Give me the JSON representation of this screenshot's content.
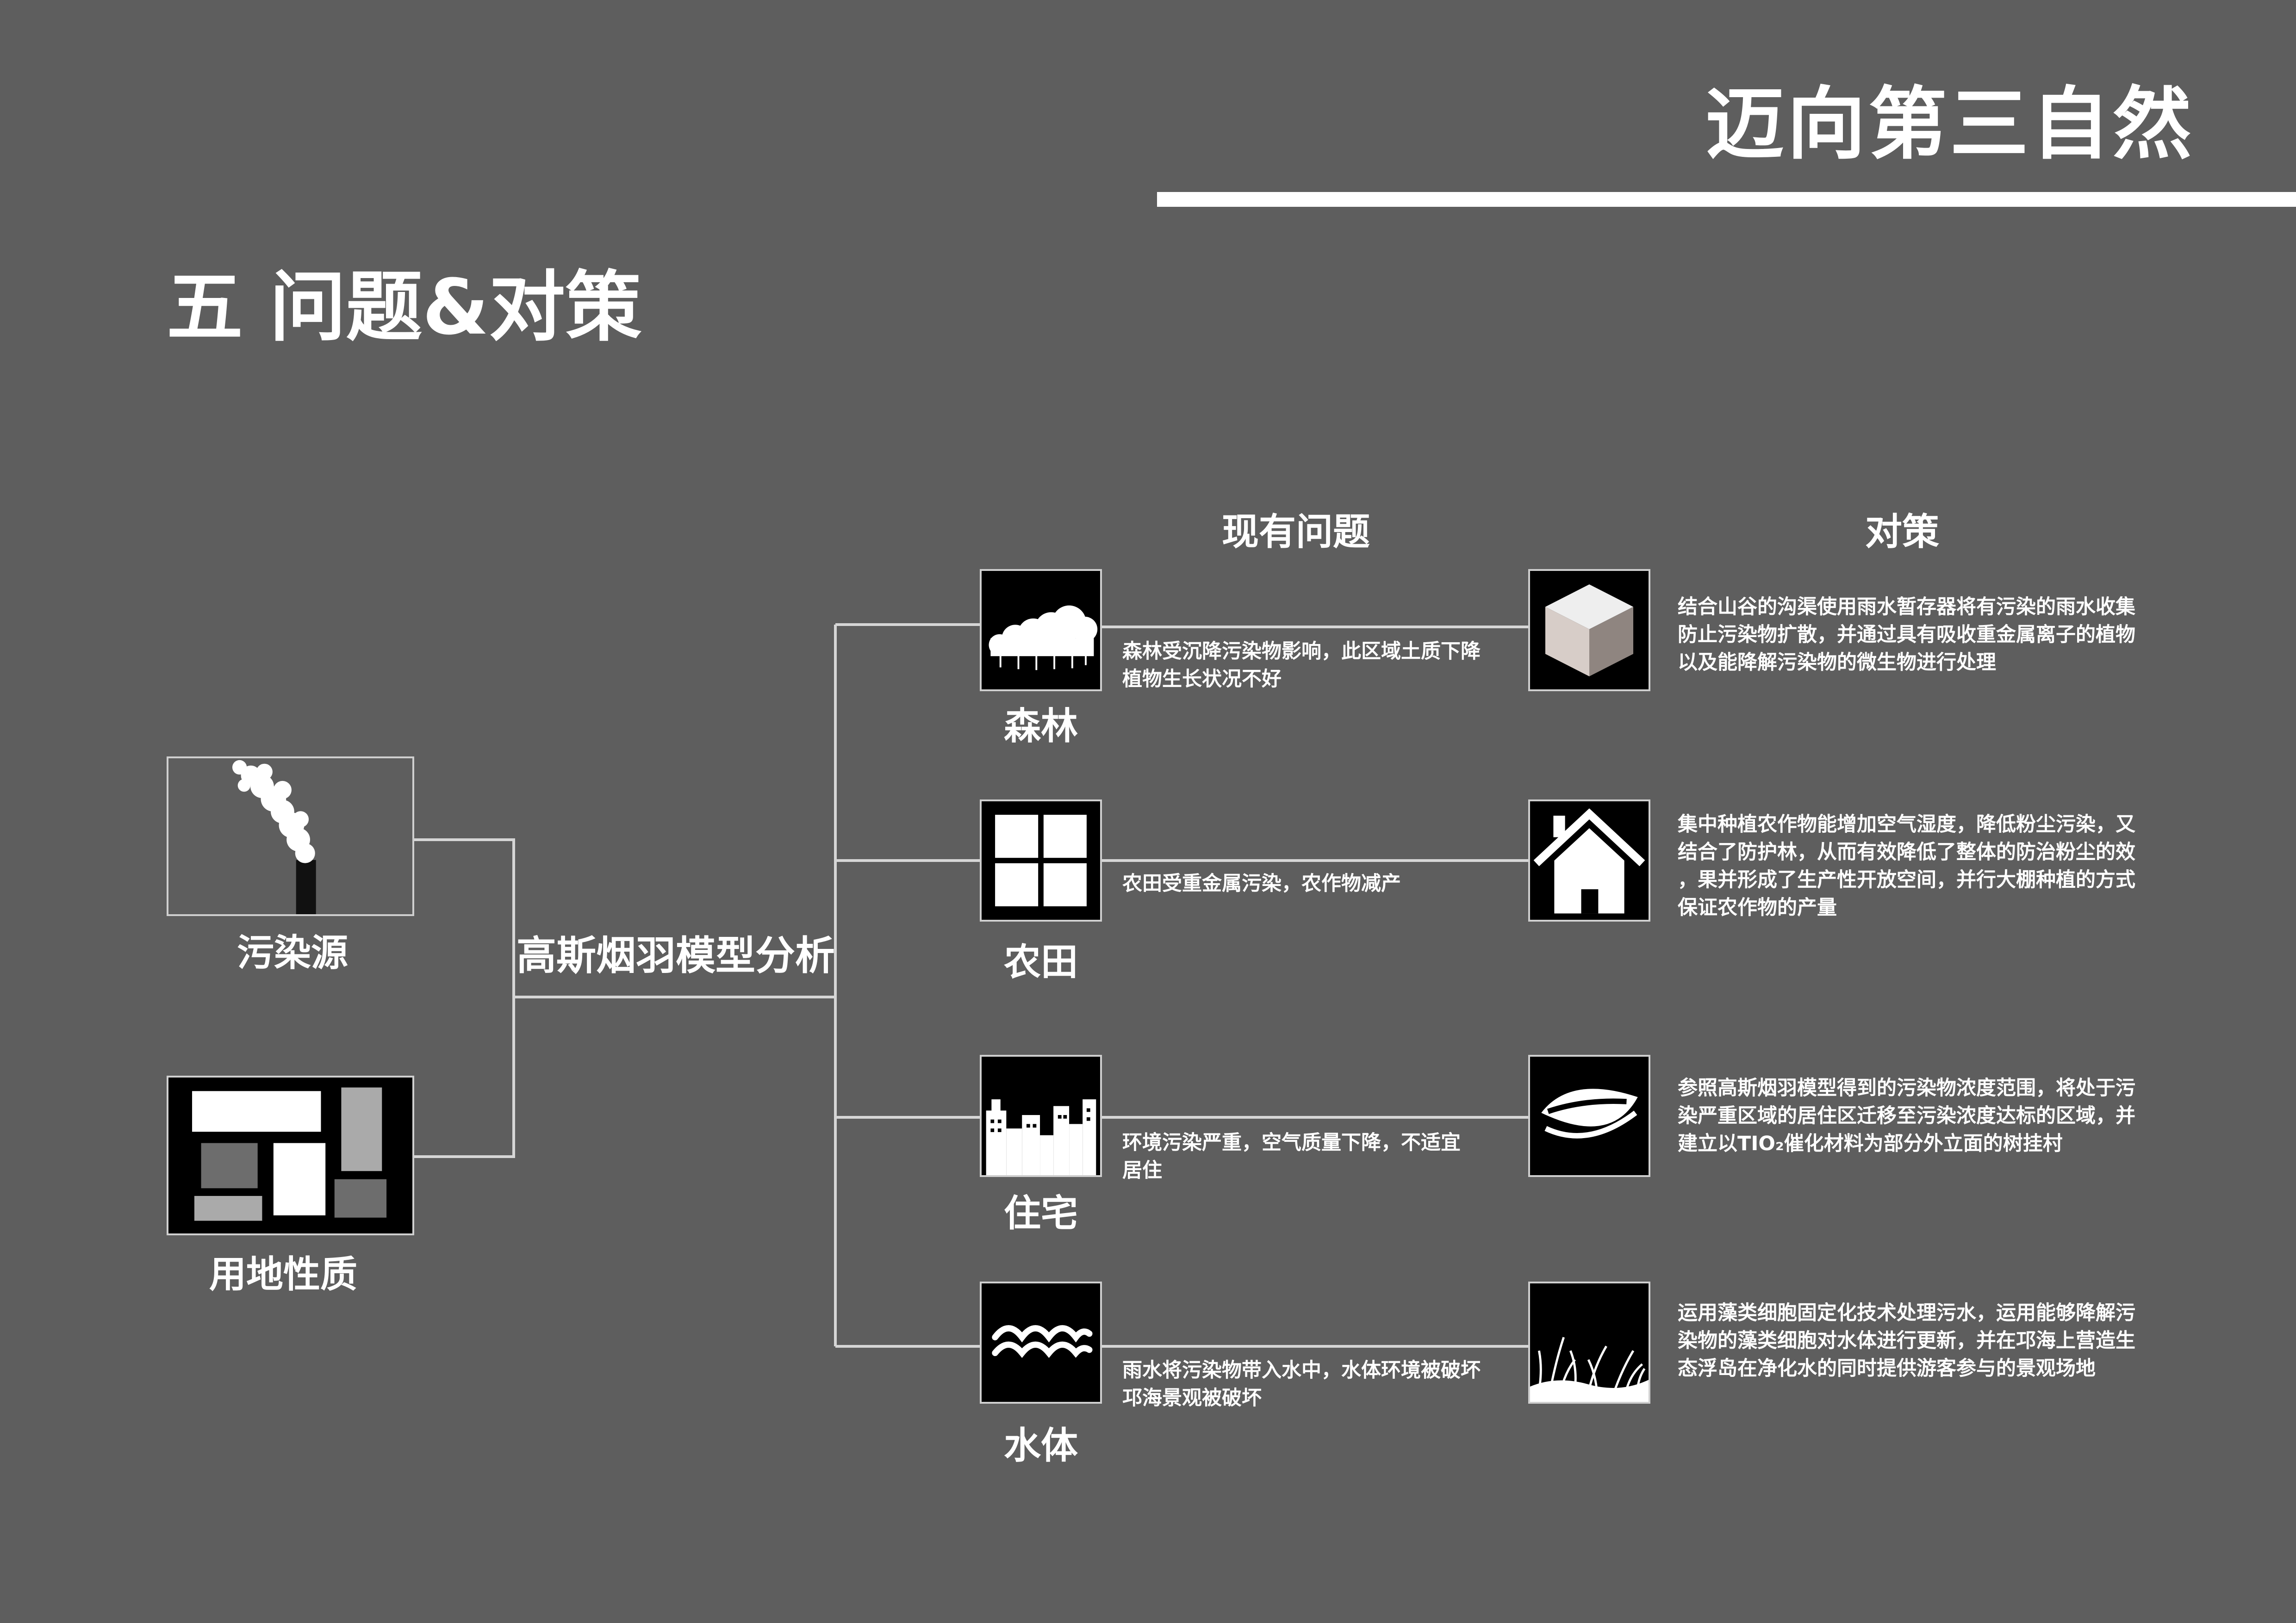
{
  "header": {
    "title": "迈向第三自然"
  },
  "section": {
    "title": "五 问题&对策"
  },
  "columns": {
    "problems": "现有问题",
    "countermeasures": "对策"
  },
  "inputs": [
    {
      "label": "污染源",
      "icon": "smokestack-icon"
    },
    {
      "label": "用地性质",
      "icon": "land-use-map-icon"
    }
  ],
  "analysis": {
    "label": "高斯烟羽模型分析"
  },
  "rows": [
    {
      "label": "森林",
      "problem_icon": "forest-icon",
      "problem": [
        "森林受沉降污染物影响，此区域土质下降",
        "植物生长状况不好"
      ],
      "solution_icon": "cube-icon",
      "solution": [
        "结合山谷的沟渠使用雨水暂存器将有污染的雨水收集",
        "防止污染物扩散，并通过具有吸收重金属离子的植物",
        "以及能降解污染物的微生物进行处理"
      ]
    },
    {
      "label": "农田",
      "problem_icon": "farmland-grid-icon",
      "problem": [
        "农田受重金属污染，农作物减产"
      ],
      "solution_icon": "house-icon",
      "solution": [
        "集中种植农作物能增加空气湿度，降低粉尘污染，又",
        "结合了防护林，从而有效降低了整体的防治粉尘的效",
        "，果并形成了生产性开放空间，并行大棚种植的方式",
        "保证农作物的产量"
      ]
    },
    {
      "label": "住宅",
      "problem_icon": "city-skyline-icon",
      "problem": [
        "环境污染严重，空气质量下降，不适宜",
        "居住"
      ],
      "solution_icon": "leaf-roof-icon",
      "solution": [
        "参照高斯烟羽模型得到的污染物浓度范围，将处于污",
        "染严重区域的居住区迁移至污染浓度达标的区域，并",
        "建立以TIO₂催化材料为部分外立面的树挂村"
      ]
    },
    {
      "label": "水体",
      "problem_icon": "water-waves-icon",
      "problem": [
        "雨水将污染物带入水中，水体环境被破坏",
        "邛海景观被破坏"
      ],
      "solution_icon": "reeds-icon",
      "solution": [
        "运用藻类细胞固定化技术处理污水，运用能够降解污",
        "染物的藻类细胞对水体进行更新，并在邛海上营造生",
        "态浮岛在净化水的同时提供游客参与的景观场地"
      ]
    }
  ]
}
